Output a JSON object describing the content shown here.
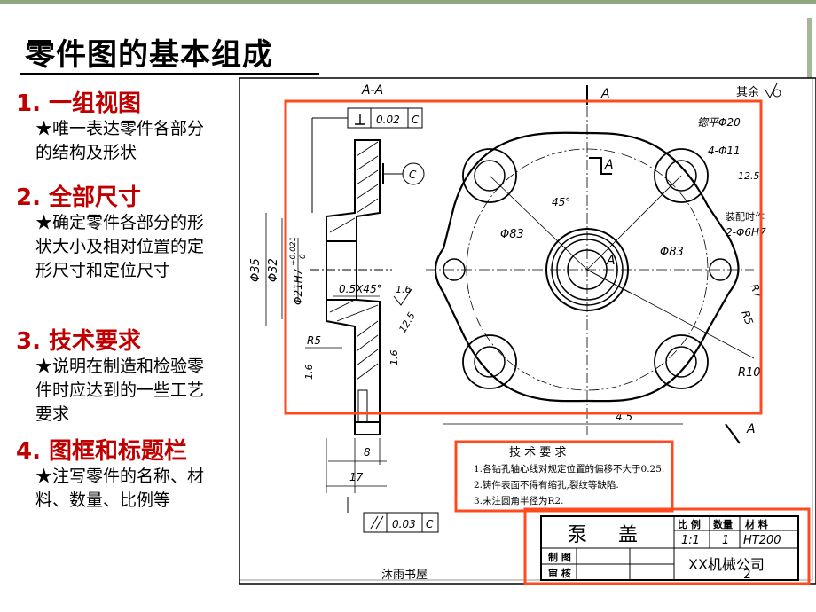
{
  "slide": {
    "title": "零件图的基本组成",
    "page_number": "2",
    "watermark": "沐雨书屋"
  },
  "sections": [
    {
      "heading": "1.  一组视图",
      "body": "★唯一表达零件各部分的结构及形状"
    },
    {
      "heading": "2.  全部尺寸",
      "body": "★确定零件各部分的形状大小及相对位置的定形尺寸和定位尺寸"
    },
    {
      "heading": "3.  技术要求",
      "body": "★说明在制造和检验零件时应达到的一些工艺要求"
    },
    {
      "heading": "4.  图框和标题栏",
      "body": "★注写零件的名称、材料、数量、比例等"
    }
  ],
  "drawing": {
    "section_label": "A-A",
    "section_mark_a": "A",
    "roughness_rest": "其余",
    "perp_tolerance": "0.02",
    "datum": "C",
    "parallel_tolerance": "0.03",
    "spotface": "锪平Φ20",
    "holes": "4-Φ11",
    "roughness_12_5": "12.5",
    "assembly_note_1": "装配时作",
    "assembly_note_2": "2-Φ6H7",
    "angle": "45°",
    "dia_83_left": "Φ83",
    "dia_83_right": "Φ83",
    "dia_35": "Φ35",
    "dia_32": "Φ32",
    "bore": "Φ21H7",
    "bore_tol_upper": "+0.021",
    "bore_tol_lower": "0",
    "chamfer": "0.5X45°",
    "rough_1_6": "1.6",
    "r5_left": "R5",
    "r5_right": "R5",
    "r7": "R7",
    "r10": "R10",
    "dim_4_5": "4.5",
    "dim_8": "8",
    "dim_17": "17",
    "tech_title": "技 术 要 求",
    "tech_lines": [
      "1.各钻孔轴心线对规定位置的偏移不大于0.25.",
      "2.铸件表面不得有缩孔,裂纹等缺陷.",
      "3.未注圆角半径为R2."
    ],
    "tb_name": "泵 盖",
    "tb_ratio_label": "比 例",
    "tb_qty_label": "数量",
    "tb_mat_label": "材 料",
    "tb_ratio": "1:1",
    "tb_qty": "1",
    "tb_mat": "HT200",
    "tb_draw": "制 图",
    "tb_check": "审 核",
    "tb_company": "XX机械公司"
  },
  "colors": {
    "accent_red": "#c00000",
    "highlight": "#ff4a1f",
    "deco_green": "#7e9a6d"
  }
}
